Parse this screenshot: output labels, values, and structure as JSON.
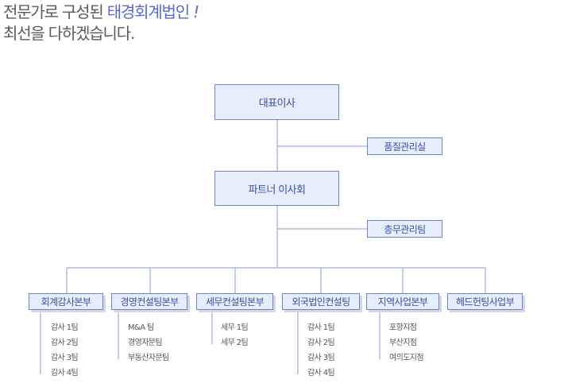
{
  "headline": {
    "line1_prefix": "전문가로 구성된",
    "line1_accent": "태경회계법인",
    "line1_mark": "!",
    "line2": "최선을 다하겠습니다."
  },
  "org": {
    "ceo": "대표이사",
    "quality": "품질관리실",
    "partners": "파트너 이사회",
    "general_affairs": "총무관리팀",
    "divisions": [
      {
        "label": "회계감사본부",
        "items": [
          "감사 1팀",
          "감사 2팀",
          "감사 3팀",
          "감사 4팀"
        ]
      },
      {
        "label": "경영컨설팅본부",
        "items": [
          "M&A 팀",
          "경영자문팀",
          "부동산자문팀"
        ]
      },
      {
        "label": "세무컨설팅본부",
        "items": [
          "세무 1팀",
          "세무 2팀"
        ]
      },
      {
        "label": "외국법인컨설팅",
        "items": [
          "감사 1팀",
          "감사 2팀",
          "감사 3팀",
          "감사 4팀"
        ]
      },
      {
        "label": "지역사업본부",
        "items": [
          "포항지점",
          "부산지점",
          "여의도지점"
        ]
      },
      {
        "label": "헤드헌팅사업부",
        "items": []
      }
    ]
  },
  "colors": {
    "box_fill": "#e6edfb",
    "box_border": "#6f84c6",
    "box_text": "#3c4fa5",
    "connector": "#8a9ad3",
    "accent": "#5b67d2"
  }
}
